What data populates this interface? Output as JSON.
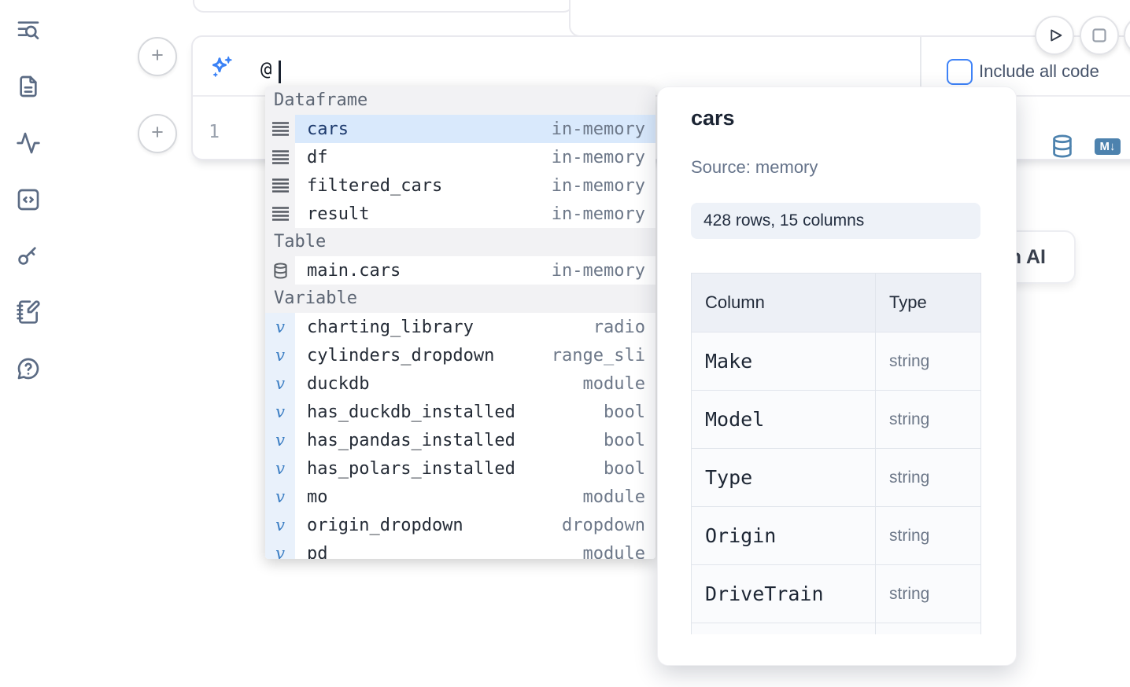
{
  "sidebar": {
    "icons": [
      {
        "name": "list-search-icon"
      },
      {
        "name": "file-text-icon"
      },
      {
        "name": "activity-icon"
      },
      {
        "name": "code-square-icon"
      },
      {
        "name": "key-icon"
      },
      {
        "name": "notebook-pen-icon"
      },
      {
        "name": "help-chat-icon"
      }
    ]
  },
  "cell": {
    "add_button_top": "+",
    "add_button_bottom": "+",
    "ai_prompt_value": "@",
    "include_all_code_label": "Include all code",
    "line_number": "1",
    "markdown_icon_glyph": "M↓"
  },
  "ai_button": {
    "label": "with AI"
  },
  "autocomplete": {
    "variable_icon_glyph": "v",
    "sections": [
      {
        "label": "Dataframe",
        "items": [
          {
            "name": "cars",
            "detail": "in-memory"
          },
          {
            "name": "df",
            "detail": "in-memory"
          },
          {
            "name": "filtered_cars",
            "detail": "in-memory"
          },
          {
            "name": "result",
            "detail": "in-memory"
          }
        ]
      },
      {
        "label": "Table",
        "items": [
          {
            "name": "main.cars",
            "detail": "in-memory"
          }
        ]
      },
      {
        "label": "Variable",
        "items": [
          {
            "name": "charting_library",
            "detail": "radio"
          },
          {
            "name": "cylinders_dropdown",
            "detail": "range_sli"
          },
          {
            "name": "duckdb",
            "detail": "module"
          },
          {
            "name": "has_duckdb_installed",
            "detail": "bool"
          },
          {
            "name": "has_pandas_installed",
            "detail": "bool"
          },
          {
            "name": "has_polars_installed",
            "detail": "bool"
          },
          {
            "name": "mo",
            "detail": "module"
          },
          {
            "name": "origin_dropdown",
            "detail": "dropdown"
          },
          {
            "name": "pd",
            "detail": "module"
          }
        ]
      }
    ]
  },
  "preview": {
    "title": "cars",
    "source": "Source: memory",
    "shape": "428 rows, 15 columns",
    "table": {
      "headers": [
        "Column",
        "Type"
      ],
      "rows": [
        [
          "Make",
          "string"
        ],
        [
          "Model",
          "string"
        ],
        [
          "Type",
          "string"
        ],
        [
          "Origin",
          "string"
        ],
        [
          "DriveTrain",
          "string"
        ]
      ]
    }
  },
  "colors": {
    "accent_blue": "#3b82f6",
    "selection_blue": "#d9e9fc",
    "steel_blue": "#4d82ae",
    "icon_slate": "#5b6b84"
  }
}
